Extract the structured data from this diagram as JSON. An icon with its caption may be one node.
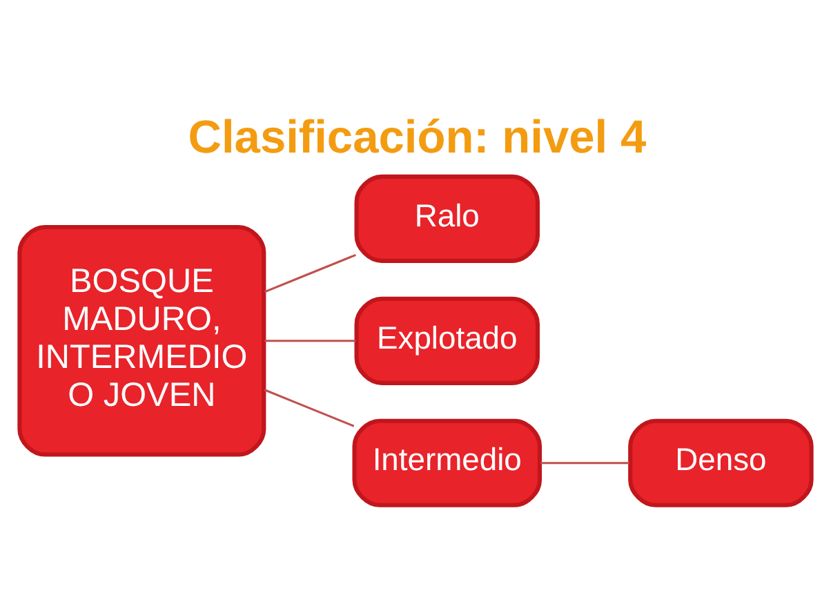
{
  "diagram": {
    "title": "Clasificación: nivel 4",
    "nodes": [
      {
        "text": [
          "BOSQUE MADURO, INTERMEDIO O JOVEN"
        ]
      },
      {
        "text": [
          "Ralo"
        ]
      },
      {
        "text": [
          "Explotado"
        ]
      },
      {
        "text": [
          "Intermedio"
        ]
      },
      {
        "text": [
          "Denso"
        ]
      }
    ],
    "edges": [
      {
        "from": 0,
        "to": 1,
        "arrow": "none"
      },
      {
        "from": 0,
        "to": 2,
        "arrow": "none"
      },
      {
        "from": 0,
        "to": 3,
        "arrow": "none"
      },
      {
        "from": 3,
        "to": 4,
        "arrow": "none"
      }
    ]
  }
}
